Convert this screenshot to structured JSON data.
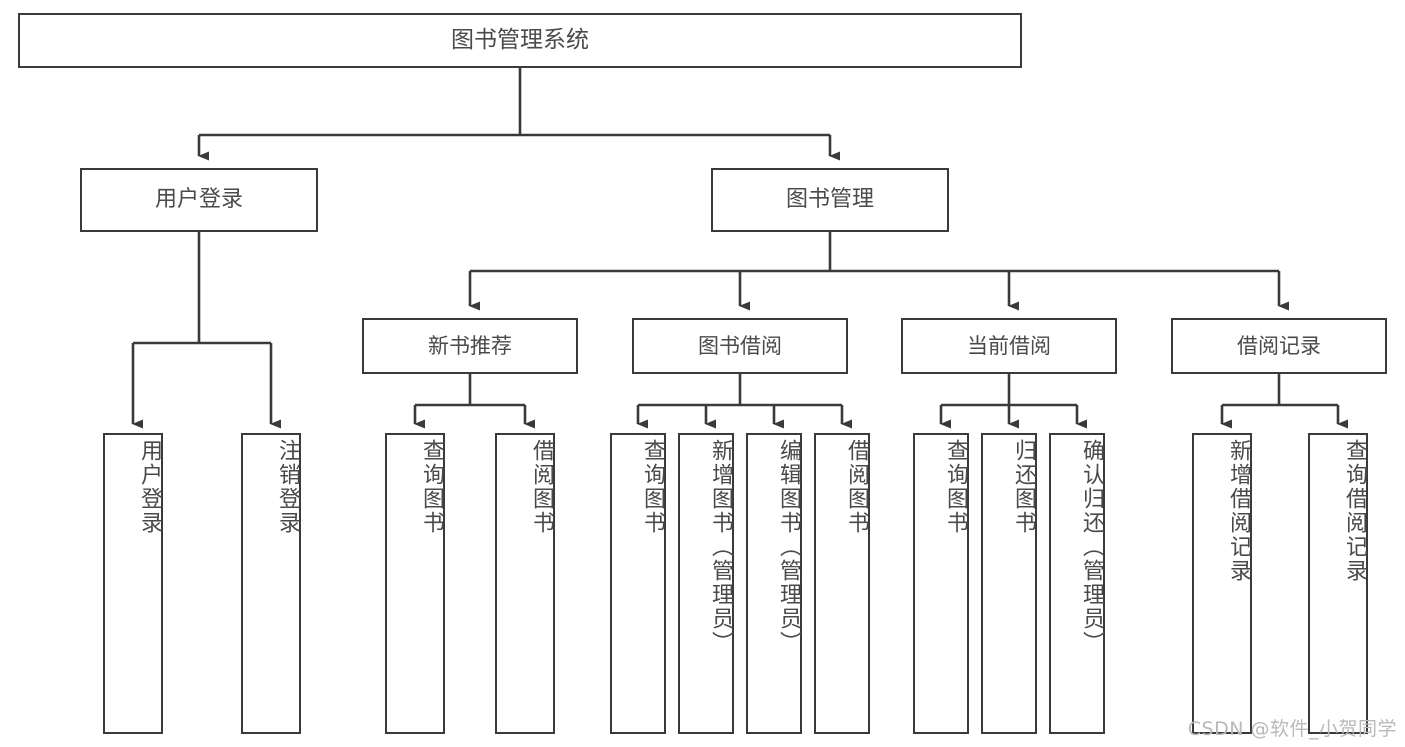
{
  "diagram": {
    "title": "图书管理系统",
    "type": "tree-hierarchy-chart",
    "watermark": "CSDN @软件_小贺同学",
    "colors": {
      "box_border": "#3a3a3a",
      "box_fill": "#ffffff",
      "text": "#4a4a4a",
      "connector": "#3a3a3a",
      "watermark": "#b9b9b9",
      "background": "#ffffff"
    },
    "root": {
      "label": "图书管理系统"
    },
    "branches": [
      {
        "label": "用户登录",
        "children": [
          {
            "label": "用户登录"
          },
          {
            "label": "注销登录"
          }
        ]
      },
      {
        "label": "图书管理",
        "subgroups": [
          {
            "label": "新书推荐",
            "children": [
              {
                "label": "查询图书"
              },
              {
                "label": "借阅图书"
              }
            ]
          },
          {
            "label": "图书借阅",
            "children": [
              {
                "label": "查询图书"
              },
              {
                "label": "新增图书（管理员）"
              },
              {
                "label": "编辑图书（管理员）"
              },
              {
                "label": "借阅图书"
              }
            ]
          },
          {
            "label": "当前借阅",
            "children": [
              {
                "label": "查询图书"
              },
              {
                "label": "归还图书"
              },
              {
                "label": "确认归还（管理员）"
              }
            ]
          },
          {
            "label": "借阅记录",
            "children": [
              {
                "label": "新增借阅记录"
              },
              {
                "label": "查询借阅记录"
              }
            ]
          }
        ]
      }
    ],
    "nodes_flat": {
      "root": "图书管理系统",
      "b1": "用户登录",
      "b2": "图书管理",
      "s1": "新书推荐",
      "s2": "图书借阅",
      "s3": "当前借阅",
      "s4": "借阅记录",
      "l1": "用户登录",
      "l2": "注销登录",
      "l3": "查询图书",
      "l4": "借阅图书",
      "l5": "查询图书",
      "l6": "新增图书（管理员）",
      "l7": "编辑图书（管理员）",
      "l8": "借阅图书",
      "l9": "查询图书",
      "l10": "归还图书",
      "l11": "确认归还（管理员）",
      "l12": "新增借阅记录",
      "l13": "查询借阅记录"
    }
  }
}
